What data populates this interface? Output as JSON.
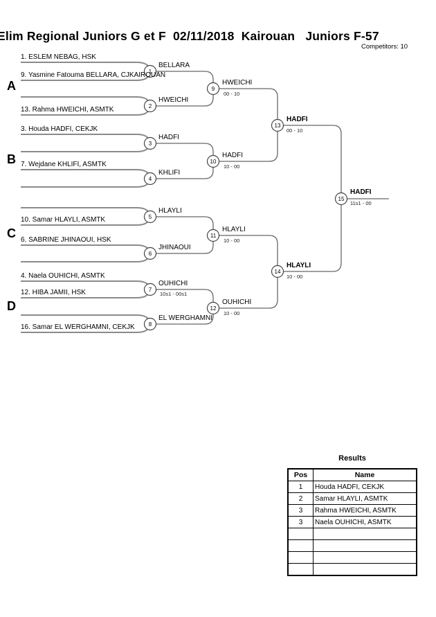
{
  "header": {
    "title": "Elim Regional Juniors G et F  02/11/2018  Kairouan   Juniors F-57",
    "competitors_label": "Competitors: 10"
  },
  "groups": [
    {
      "label": "A"
    },
    {
      "label": "B"
    },
    {
      "label": "C"
    },
    {
      "label": "D"
    }
  ],
  "bracket": {
    "seeds": [
      {
        "name": "1. ESLEM NEBAG, HSK"
      },
      {
        "name": "9. Yasmine Fatouma BELLARA, CJKAIROUAN"
      },
      {
        "name": "13. Rahma HWEICHI, ASMTK"
      },
      {
        "name": "3. Houda HADFI, CEKJK"
      },
      {
        "name": "7. Wejdane KHLIFI, ASMTK"
      },
      {
        "name": "10. Samar HLAYLI, ASMTK"
      },
      {
        "name": "6. SABRINE JHINAOUI, HSK"
      },
      {
        "name": "4. Naela OUHICHI, ASMTK"
      },
      {
        "name": "12. HIBA JAMII, HSK"
      },
      {
        "name": "16. Samar EL WERGHAMNI, CEKJK"
      }
    ],
    "matches": [
      {
        "number": "1",
        "winner": "BELLARA",
        "score": ""
      },
      {
        "number": "2",
        "winner": "HWEICHI",
        "score": ""
      },
      {
        "number": "3",
        "winner": "HADFI",
        "score": ""
      },
      {
        "number": "4",
        "winner": "KHLIFI",
        "score": ""
      },
      {
        "number": "5",
        "winner": "HLAYLI",
        "score": ""
      },
      {
        "number": "6",
        "winner": "JHINAOUI",
        "score": ""
      },
      {
        "number": "7",
        "winner": "OUHICHI",
        "score": "10s1 - 00s1"
      },
      {
        "number": "8",
        "winner": "EL WERGHAMNI",
        "score": ""
      },
      {
        "number": "9",
        "winner": "HWEICHI",
        "score": "00 - 10"
      },
      {
        "number": "10",
        "winner": "HADFI",
        "score": "10 - 00"
      },
      {
        "number": "11",
        "winner": "HLAYLI",
        "score": "10 - 00"
      },
      {
        "number": "12",
        "winner": "OUHICHI",
        "score": "10 - 00"
      },
      {
        "number": "13",
        "winner": "HADFI",
        "score": "00 - 10"
      },
      {
        "number": "14",
        "winner": "HLAYLI",
        "score": "10 - 00"
      },
      {
        "number": "15",
        "winner": "HADFI",
        "score": "11s1 - 00"
      }
    ]
  },
  "results": {
    "title": "Results",
    "columns": {
      "pos": "Pos",
      "name": "Name"
    },
    "rows": [
      {
        "pos": "1",
        "name": "Houda HADFI, CEKJK"
      },
      {
        "pos": "2",
        "name": "Samar HLAYLI, ASMTK"
      },
      {
        "pos": "3",
        "name": "Rahma HWEICHI, ASMTK"
      },
      {
        "pos": "3",
        "name": "Naela OUHICHI, ASMTK"
      },
      {
        "pos": "",
        "name": ""
      },
      {
        "pos": "",
        "name": ""
      },
      {
        "pos": "",
        "name": ""
      },
      {
        "pos": "",
        "name": ""
      }
    ]
  }
}
